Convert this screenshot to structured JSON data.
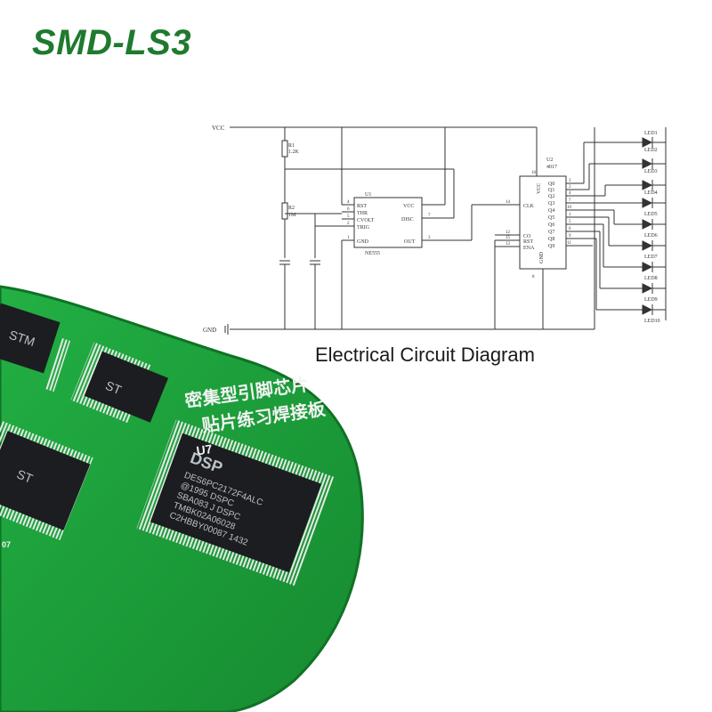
{
  "header": {
    "title": "SMD-LS3"
  },
  "caption": "Electrical Circuit Diagram",
  "schematic": {
    "vcc": "VCC",
    "gnd": "GND",
    "r1": "R1",
    "r1_value": "1.2K",
    "r2": "R2",
    "r2_value": "1M",
    "u1": "U1",
    "u1_part": "NE555",
    "u1_pins": {
      "rst": "RST",
      "thr": "THR",
      "cvolt": "CVOLT",
      "trig": "TRIG",
      "gnd": "GND",
      "vcc": "VCC",
      "disc": "DISC",
      "out": "OUT"
    },
    "u1_pin_numbers": {
      "rst": "4",
      "thr": "6",
      "cvolt": "5",
      "trig": "2",
      "gnd": "1",
      "disc": "7",
      "out": "3"
    },
    "u2": "U2",
    "u2_part": "4017",
    "u2_pins": {
      "vcc": "VCC",
      "clk": "CLK",
      "co": "CO",
      "rst": "RST",
      "ena": "ENA",
      "gnd": "GND",
      "q0": "Q0",
      "q1": "Q1",
      "q2": "Q2",
      "q3": "Q3",
      "q4": "Q4",
      "q5": "Q5",
      "q6": "Q6",
      "q7": "Q7",
      "q8": "Q8",
      "q9": "Q9"
    },
    "u2_pin_numbers": {
      "vcc": "16",
      "clk": "14",
      "co": "12",
      "rst": "15",
      "ena": "13",
      "gnd": "8",
      "q0": "3",
      "q1": "2",
      "q2": "4",
      "q3": "7",
      "q4": "10",
      "q5": "1",
      "q6": "5",
      "q7": "6",
      "q8": "9",
      "q9": "11"
    },
    "leds": [
      "LED1",
      "LED2",
      "LED3",
      "LED4",
      "LED5",
      "LED6",
      "LED7",
      "LED8",
      "LED9",
      "LED10"
    ]
  },
  "board": {
    "silkscreen_line1": "密集型引脚芯片",
    "silkscreen_line2": "贴片练习焊接板",
    "designator_u7": "U7",
    "dsp_logo": "DSP",
    "dsp_lines": [
      "DES6PC2172F4ALC",
      "@1995  DSPC",
      "SBA083 J  DSPC",
      "TMBK02A06028",
      "C2HBBY00087  1432"
    ],
    "chip_left_text": "STM",
    "chip_mid_text": "ST",
    "chip_lower_text": "ST",
    "edge_text": "07"
  },
  "colors": {
    "title": "#1f7a2e",
    "pcb": "#1aa339",
    "pcb_edge": "#12802a",
    "chip": "#1c1d20",
    "pad": "#e6e6e6"
  }
}
